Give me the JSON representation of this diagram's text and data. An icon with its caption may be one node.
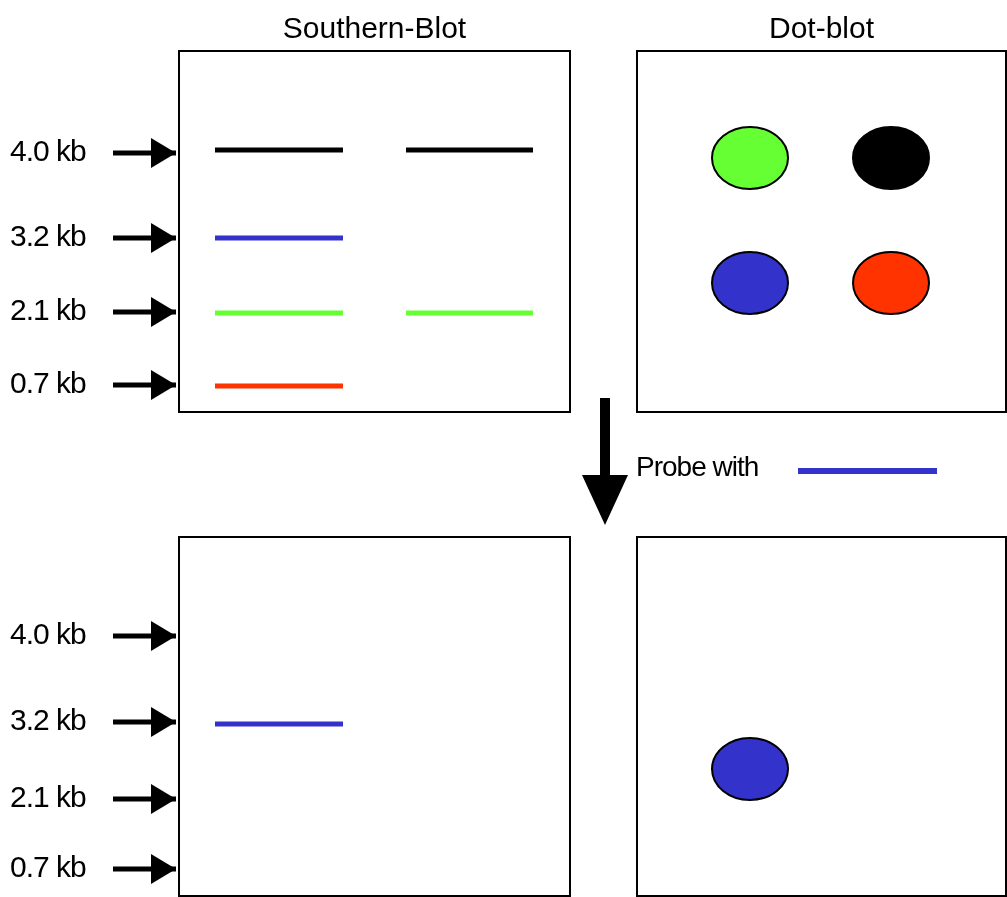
{
  "diagram": {
    "nodes": [
      {
        "text": [
          "Southern-Blot"
        ]
      },
      {
        "text": [
          "Dot-blot"
        ]
      },
      {
        "text": [],
        "shape": "box"
      },
      {
        "text": [],
        "shape": "box"
      },
      {
        "text": [
          "4.0 kb"
        ]
      },
      {
        "text": [
          "3.2 kb"
        ]
      },
      {
        "text": [
          "2.1 kb"
        ]
      },
      {
        "text": [
          "0.7 kb"
        ]
      },
      {
        "text": [
          "4.0 kb"
        ]
      },
      {
        "text": [
          "3.2 kb"
        ]
      },
      {
        "text": [
          "2.1 kb"
        ]
      },
      {
        "text": [
          "0.7 kb"
        ]
      }
    ],
    "edges": [
      {
        "from": 4,
        "to": 0,
        "arrow": "to"
      },
      {
        "from": 5,
        "to": 0,
        "arrow": "to"
      },
      {
        "from": 6,
        "to": 0,
        "arrow": "to"
      },
      {
        "from": 7,
        "to": 0,
        "arrow": "to"
      },
      {
        "from": 8,
        "to": 2,
        "arrow": "to"
      },
      {
        "from": 9,
        "to": 2,
        "arrow": "to"
      },
      {
        "from": 10,
        "to": 2,
        "arrow": "to"
      },
      {
        "from": 11,
        "to": 2,
        "arrow": "to"
      }
    ],
    "labels": [
      "Probe with"
    ]
  }
}
